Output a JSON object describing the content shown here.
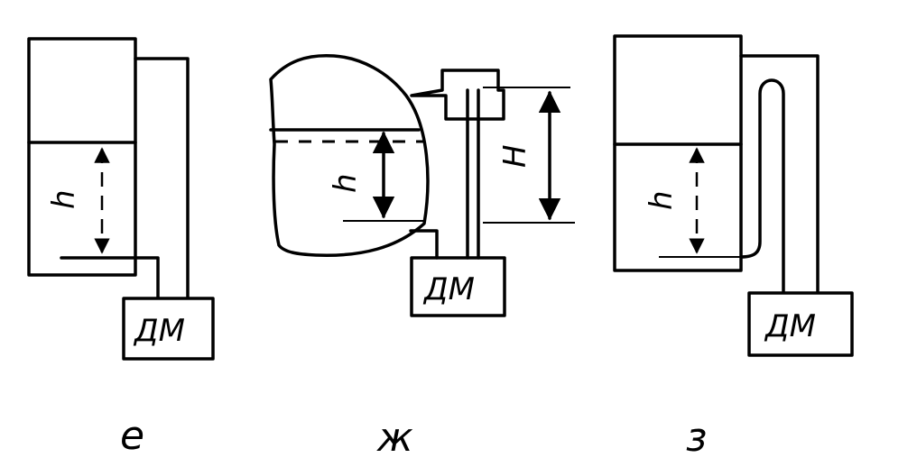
{
  "diagram": {
    "panels": [
      {
        "id": "e",
        "caption": "е",
        "level_label": "h",
        "device_label": "ДМ"
      },
      {
        "id": "zh",
        "caption": "ж",
        "level_label": "h",
        "height_label": "H",
        "device_label": "ДМ"
      },
      {
        "id": "z",
        "caption": "з",
        "level_label": "h",
        "device_label": "ДМ"
      }
    ]
  }
}
